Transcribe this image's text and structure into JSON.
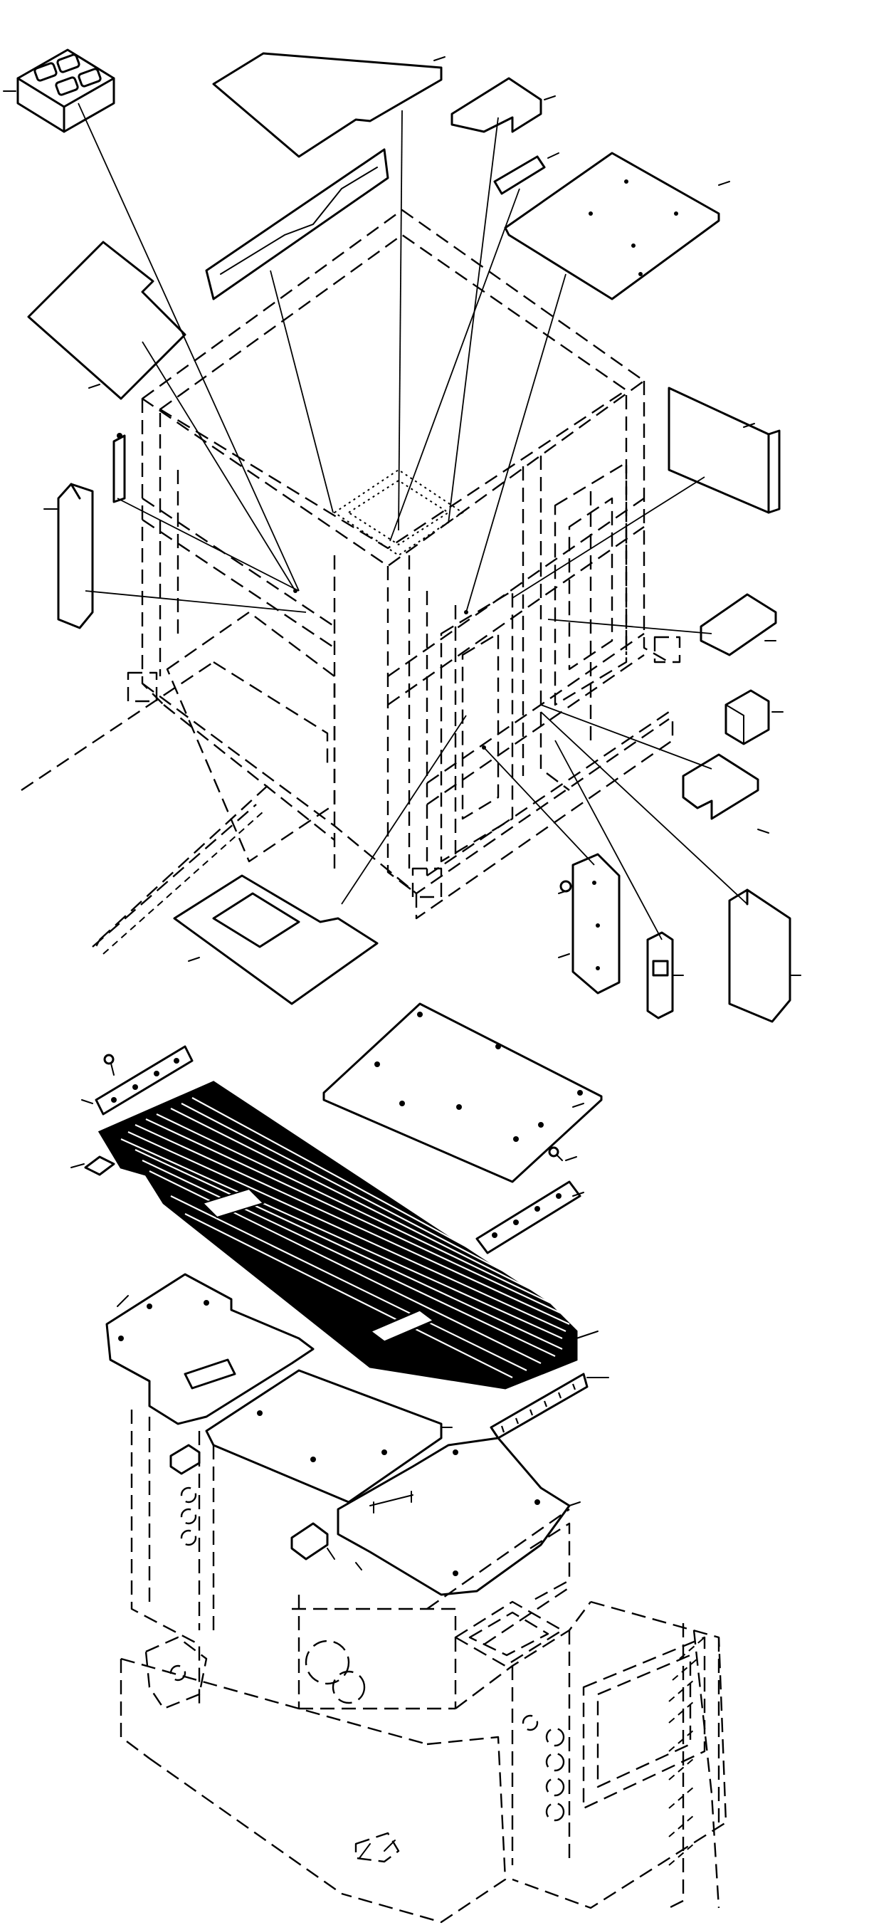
{
  "figure": {
    "type": "exploded-parts-diagram",
    "description_visible_text": []
  },
  "sections": {
    "upper": "cab-frame-insulation-panels",
    "lower": "floor-plates-and-mat"
  },
  "icons": {
    "leader_lines": "callout-leader",
    "parts": "insulation-pad"
  }
}
